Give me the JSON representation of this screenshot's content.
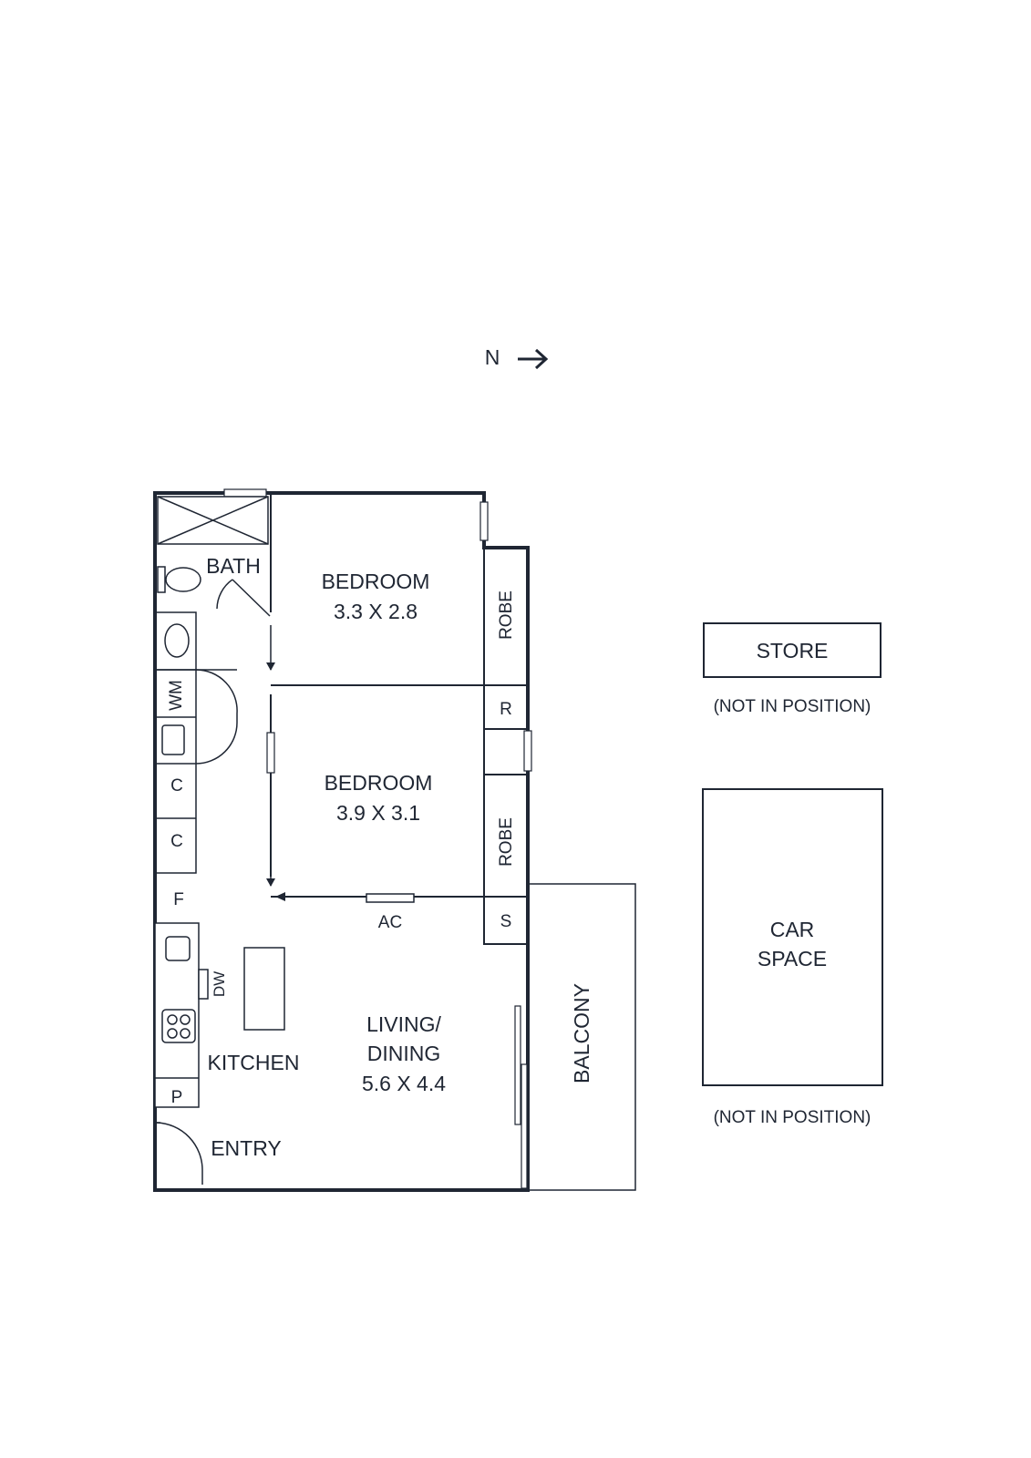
{
  "compass": {
    "label": "N",
    "arrow_icon": "arrow-right-icon"
  },
  "rooms": {
    "bath": {
      "name": "BATH"
    },
    "bedroom1": {
      "name": "BEDROOM",
      "dims": "3.3 X 2.8"
    },
    "bedroom2": {
      "name": "BEDROOM",
      "dims": "3.9 X 3.1"
    },
    "robe1": {
      "name": "ROBE"
    },
    "robe2": {
      "name": "ROBE"
    },
    "r": {
      "name": "R"
    },
    "s": {
      "name": "S"
    },
    "wm": {
      "name": "WM"
    },
    "c1": {
      "name": "C"
    },
    "c2": {
      "name": "C"
    },
    "f": {
      "name": "F"
    },
    "dw": {
      "name": "DW"
    },
    "p": {
      "name": "P"
    },
    "ac": {
      "name": "AC"
    },
    "kitchen": {
      "name": "KITCHEN"
    },
    "living": {
      "line1": "LIVING/",
      "line2": "DINING",
      "dims": "5.6 X 4.4"
    },
    "entry": {
      "name": "ENTRY"
    },
    "balcony": {
      "name": "BALCONY"
    }
  },
  "store": {
    "name": "STORE",
    "note": "(NOT IN POSITION)"
  },
  "car_space": {
    "line1": "CAR",
    "line2": "SPACE",
    "note": "(NOT IN POSITION)"
  },
  "colors": {
    "ink": "#1f2633",
    "background": "#ffffff"
  }
}
